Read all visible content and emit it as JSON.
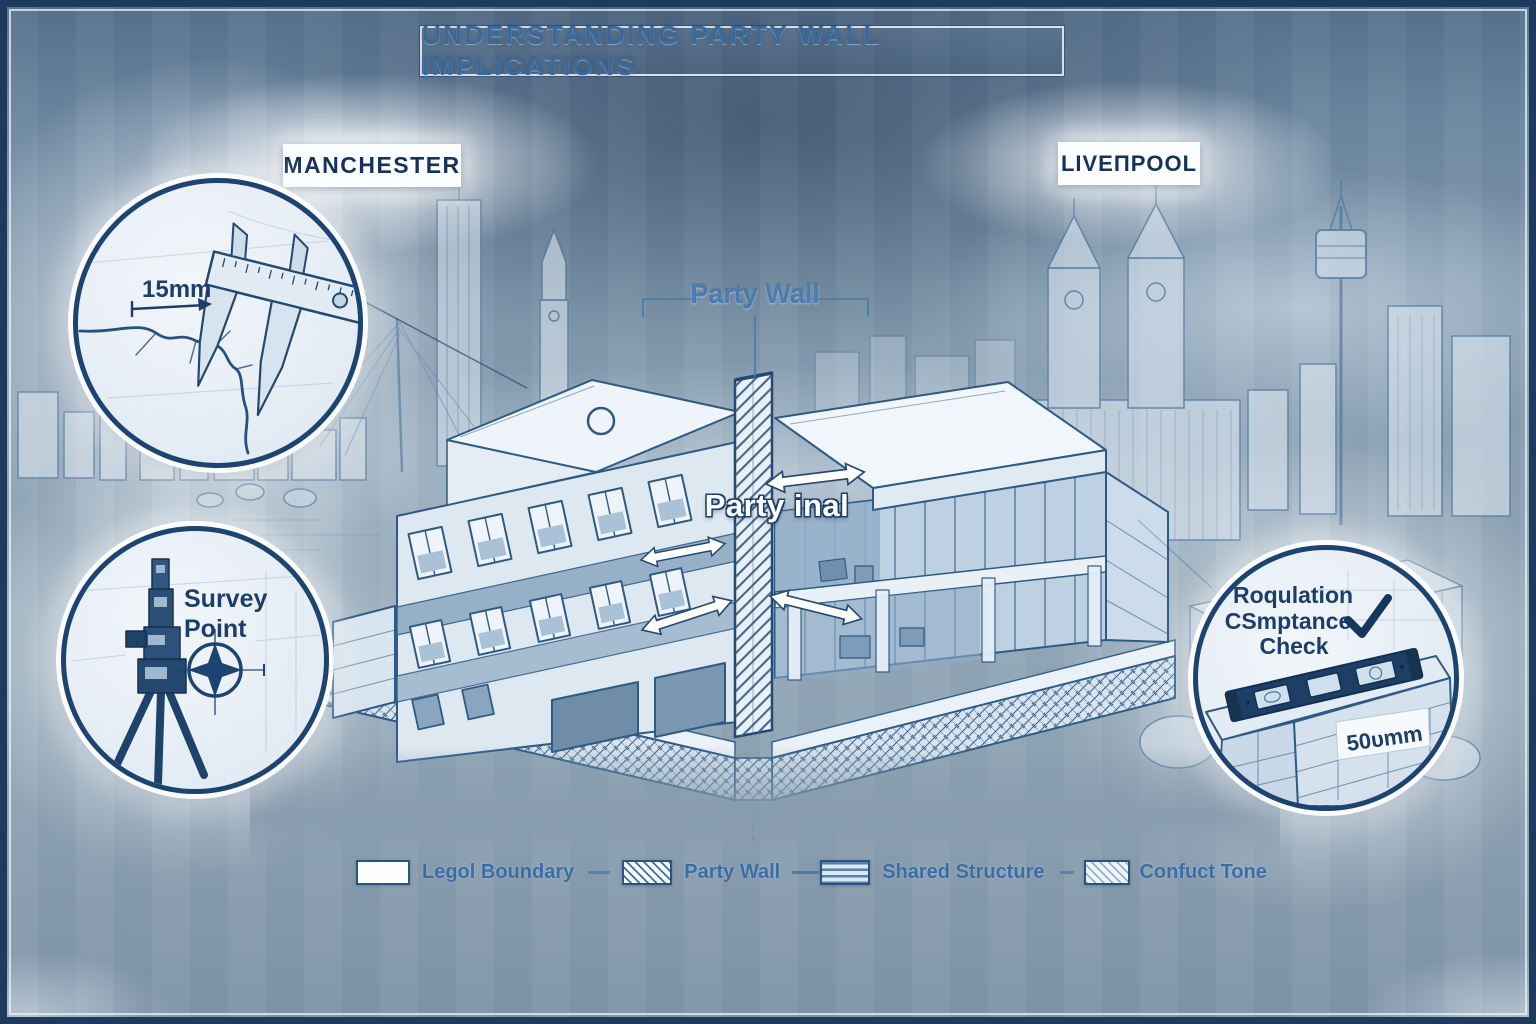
{
  "title": {
    "text": "UNDERSTANDING PARTY WALL IMPLICATIONS"
  },
  "cities": {
    "left": "MANCHESTER",
    "right": "LIVEΠPOOL"
  },
  "callouts": {
    "party_wall": "Party Wall",
    "center_wall_label": "Party inal"
  },
  "insets": {
    "crack_detail": {
      "measurement": "15mm",
      "icon": "caliper-measuring-crack"
    },
    "survey_point": {
      "line1": "Survey",
      "line2": "Point",
      "icon": "theodolite-and-survey-marker"
    },
    "compliance": {
      "line1": "Roqulation",
      "line2": "CSmptance",
      "line3": "Check",
      "checkmark_icon": "✓",
      "measurement": "50υmm",
      "icon": "spirit-level-on-wall"
    }
  },
  "legend": {
    "items": [
      {
        "label": "Legol Boundary",
        "swatch": "solid-white"
      },
      {
        "label": "Party Wall",
        "swatch": "diagonal-hatch"
      },
      {
        "label": "Shared Structure",
        "swatch": "horizontal-stripes"
      },
      {
        "label": "Confuct Tone",
        "swatch": "light-hatch"
      }
    ]
  },
  "colors": {
    "frame": "#1e3a5c",
    "ink": "#2e5a85",
    "navy_text": "#15355f",
    "steel_text": "#3b6da4",
    "label_bg": "#fcfdfe",
    "arrow_fill": "#ffffff"
  }
}
